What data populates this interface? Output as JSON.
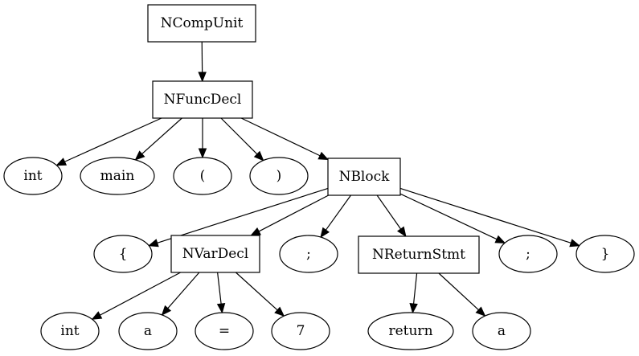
{
  "diagram": {
    "nodes": [
      {
        "id": "compunit",
        "label": "NCompUnit",
        "shape": "box"
      },
      {
        "id": "funcdecl",
        "label": "NFuncDecl",
        "shape": "box"
      },
      {
        "id": "int1",
        "label": "int",
        "shape": "ellipse"
      },
      {
        "id": "main",
        "label": "main",
        "shape": "ellipse"
      },
      {
        "id": "lparen",
        "label": "(",
        "shape": "ellipse"
      },
      {
        "id": "rparen",
        "label": ")",
        "shape": "ellipse"
      },
      {
        "id": "block",
        "label": "NBlock",
        "shape": "box"
      },
      {
        "id": "lbrace",
        "label": "{",
        "shape": "ellipse"
      },
      {
        "id": "vardecl",
        "label": "NVarDecl",
        "shape": "box"
      },
      {
        "id": "semi1",
        "label": ";",
        "shape": "ellipse"
      },
      {
        "id": "returnstmt",
        "label": "NReturnStmt",
        "shape": "box"
      },
      {
        "id": "semi2",
        "label": ";",
        "shape": "ellipse"
      },
      {
        "id": "rbrace",
        "label": "}",
        "shape": "ellipse"
      },
      {
        "id": "int2",
        "label": "int",
        "shape": "ellipse"
      },
      {
        "id": "a1",
        "label": "a",
        "shape": "ellipse"
      },
      {
        "id": "eq",
        "label": "=",
        "shape": "ellipse"
      },
      {
        "id": "seven",
        "label": "7",
        "shape": "ellipse"
      },
      {
        "id": "return",
        "label": "return",
        "shape": "ellipse"
      },
      {
        "id": "a2",
        "label": "a",
        "shape": "ellipse"
      }
    ],
    "edges": [
      {
        "from": "compunit",
        "to": "funcdecl"
      },
      {
        "from": "funcdecl",
        "to": "int1"
      },
      {
        "from": "funcdecl",
        "to": "main"
      },
      {
        "from": "funcdecl",
        "to": "lparen"
      },
      {
        "from": "funcdecl",
        "to": "rparen"
      },
      {
        "from": "funcdecl",
        "to": "block"
      },
      {
        "from": "block",
        "to": "lbrace"
      },
      {
        "from": "block",
        "to": "vardecl"
      },
      {
        "from": "block",
        "to": "semi1"
      },
      {
        "from": "block",
        "to": "returnstmt"
      },
      {
        "from": "block",
        "to": "semi2"
      },
      {
        "from": "block",
        "to": "rbrace"
      },
      {
        "from": "vardecl",
        "to": "int2"
      },
      {
        "from": "vardecl",
        "to": "a1"
      },
      {
        "from": "vardecl",
        "to": "eq"
      },
      {
        "from": "vardecl",
        "to": "seven"
      },
      {
        "from": "returnstmt",
        "to": "return"
      },
      {
        "from": "returnstmt",
        "to": "a2"
      }
    ]
  }
}
